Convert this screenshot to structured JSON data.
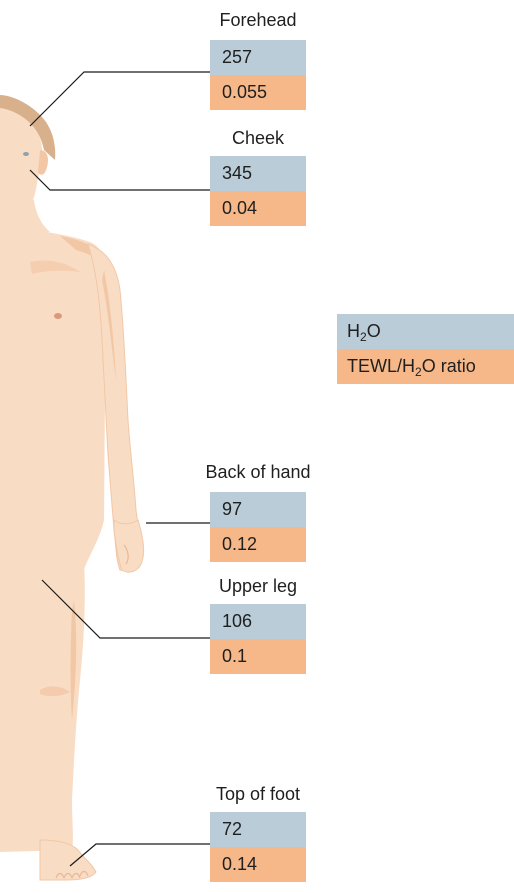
{
  "sites": [
    {
      "name": "Forehead",
      "h2o": "257",
      "ratio": "0.055"
    },
    {
      "name": "Cheek",
      "h2o": "345",
      "ratio": "0.04"
    },
    {
      "name": "Back of hand",
      "h2o": "97",
      "ratio": "0.12"
    },
    {
      "name": "Upper leg",
      "h2o": "106",
      "ratio": "0.1"
    },
    {
      "name": "Top of foot",
      "h2o": "72",
      "ratio": "0.14"
    }
  ],
  "legend": {
    "h2o": {
      "pre": "H",
      "sub": "2",
      "post": "O"
    },
    "ratio": {
      "pre": "TEWL/H",
      "sub": "2",
      "post": "O ratio"
    }
  },
  "colors": {
    "h2o_row": "#b9ccd8",
    "ratio_row": "#f6b888",
    "skin": "#f9dcc4",
    "skin_shade": "#f2c7a6",
    "hair": "#d9b08c",
    "leader_line": "#1a1a1a"
  }
}
